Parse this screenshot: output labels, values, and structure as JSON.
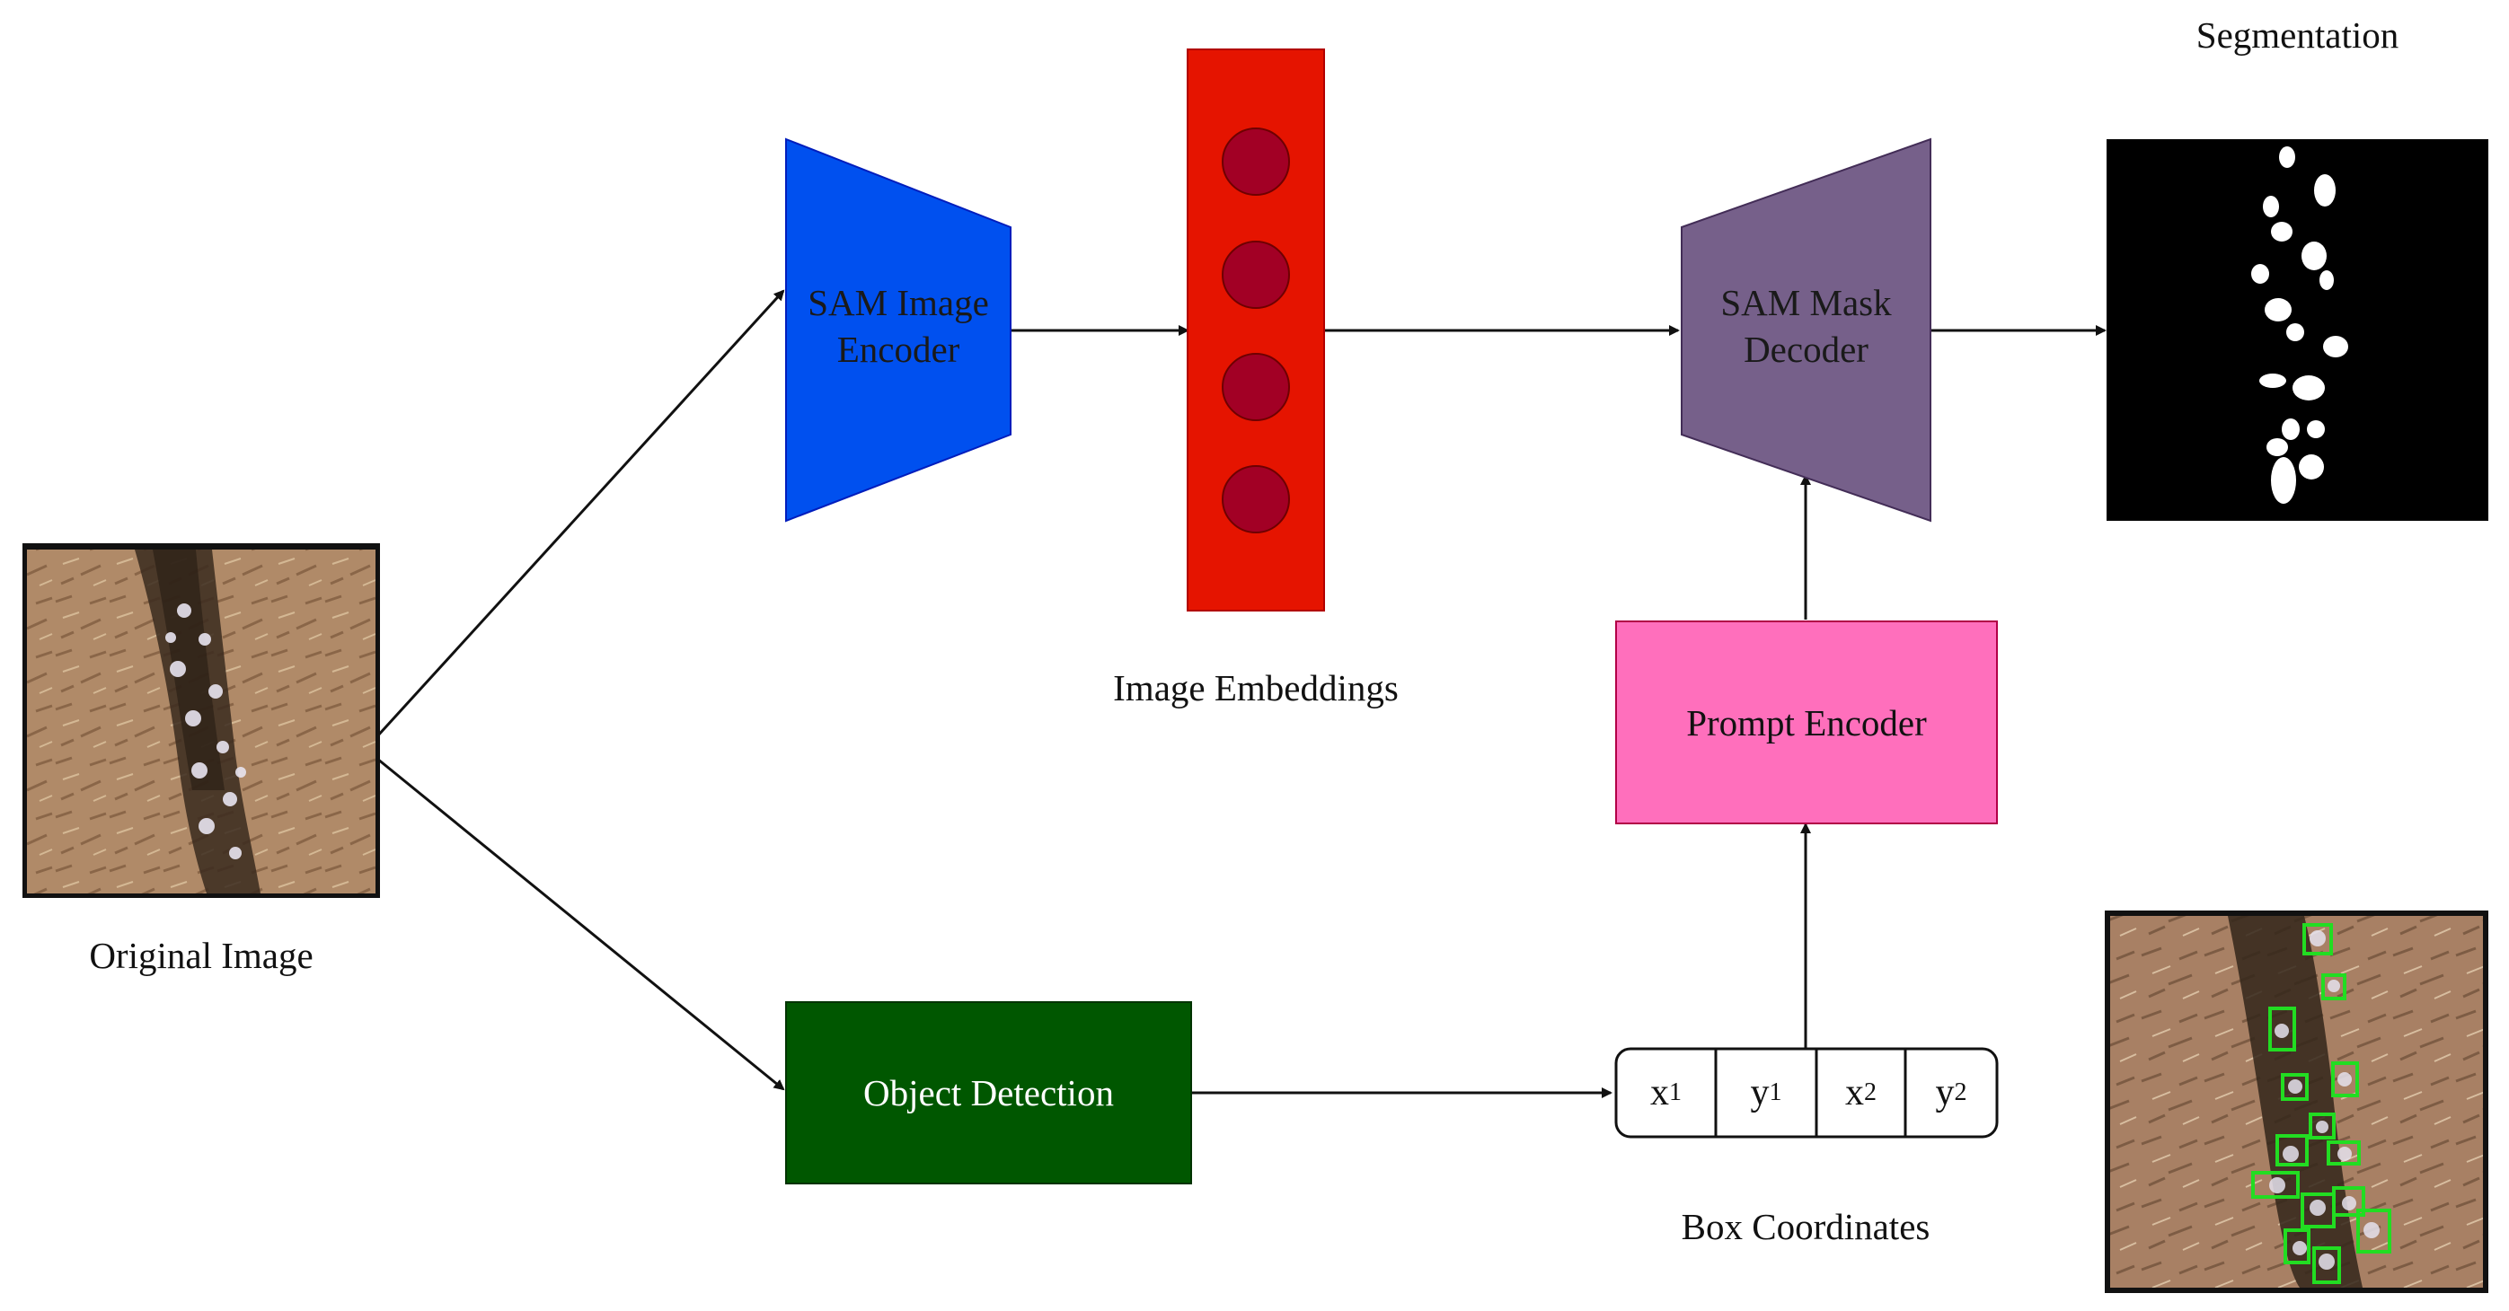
{
  "nodes": {
    "original_image": {
      "label": "Original Image"
    },
    "image_encoder": {
      "line1": "SAM Image",
      "line2": "Encoder"
    },
    "image_embeddings": {
      "label": "Image Embeddings"
    },
    "mask_decoder": {
      "line1": "SAM Mask",
      "line2": "Decoder"
    },
    "segmentation": {
      "label": "Segmentation"
    },
    "prompt_encoder": {
      "label": "Prompt Encoder"
    },
    "object_detection": {
      "label": "Object Detection"
    },
    "box_coordinates": {
      "label": "Box Coordinates",
      "cells": [
        {
          "var": "x",
          "sub": "1"
        },
        {
          "var": "y",
          "sub": "1"
        },
        {
          "var": "x",
          "sub": "2"
        },
        {
          "var": "y",
          "sub": "2"
        }
      ]
    }
  },
  "colors": {
    "encoder": "#0050EF",
    "embeddings": "#E51400",
    "embedding_dots": "#A20025",
    "decoder": "#76608A",
    "prompt_encoder": "#FF6FBC",
    "object_detection": "#005700",
    "detection_boxes": "#22DD22"
  },
  "icons": [
    "field-photo-thumbnail",
    "segmentation-mask-thumbnail",
    "detection-result-thumbnail"
  ]
}
